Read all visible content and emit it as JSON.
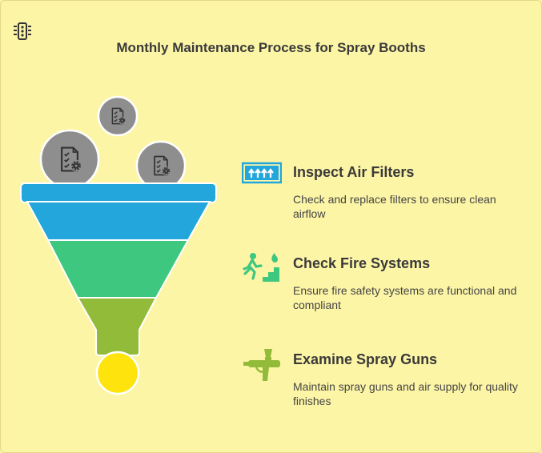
{
  "title": "Monthly Maintenance Process for Spray Booths",
  "colors": {
    "background": "#fdf5a6",
    "stage_top": "#22a6db",
    "stage_middle": "#3ec77f",
    "stage_bottom": "#93bb3a",
    "drop": "#fee30d",
    "document_circles": "#8e8e8e"
  },
  "icons": {
    "brand": "traffic-light-icon",
    "documents": "document-gear-icon"
  },
  "steps": [
    {
      "title": "Inspect Air Filters",
      "description": "Check and replace filters to ensure clean airflow",
      "icon": "airflow-arrows-icon",
      "color": "#22a6db"
    },
    {
      "title": "Check Fire Systems",
      "description": "Ensure fire safety systems are functional and compliant",
      "icon": "fire-escape-icon",
      "color": "#3ec77f"
    },
    {
      "title": "Examine Spray Guns",
      "description": "Maintain spray guns and air supply for quality finishes",
      "icon": "spray-gun-icon",
      "color": "#93bb3a"
    }
  ]
}
